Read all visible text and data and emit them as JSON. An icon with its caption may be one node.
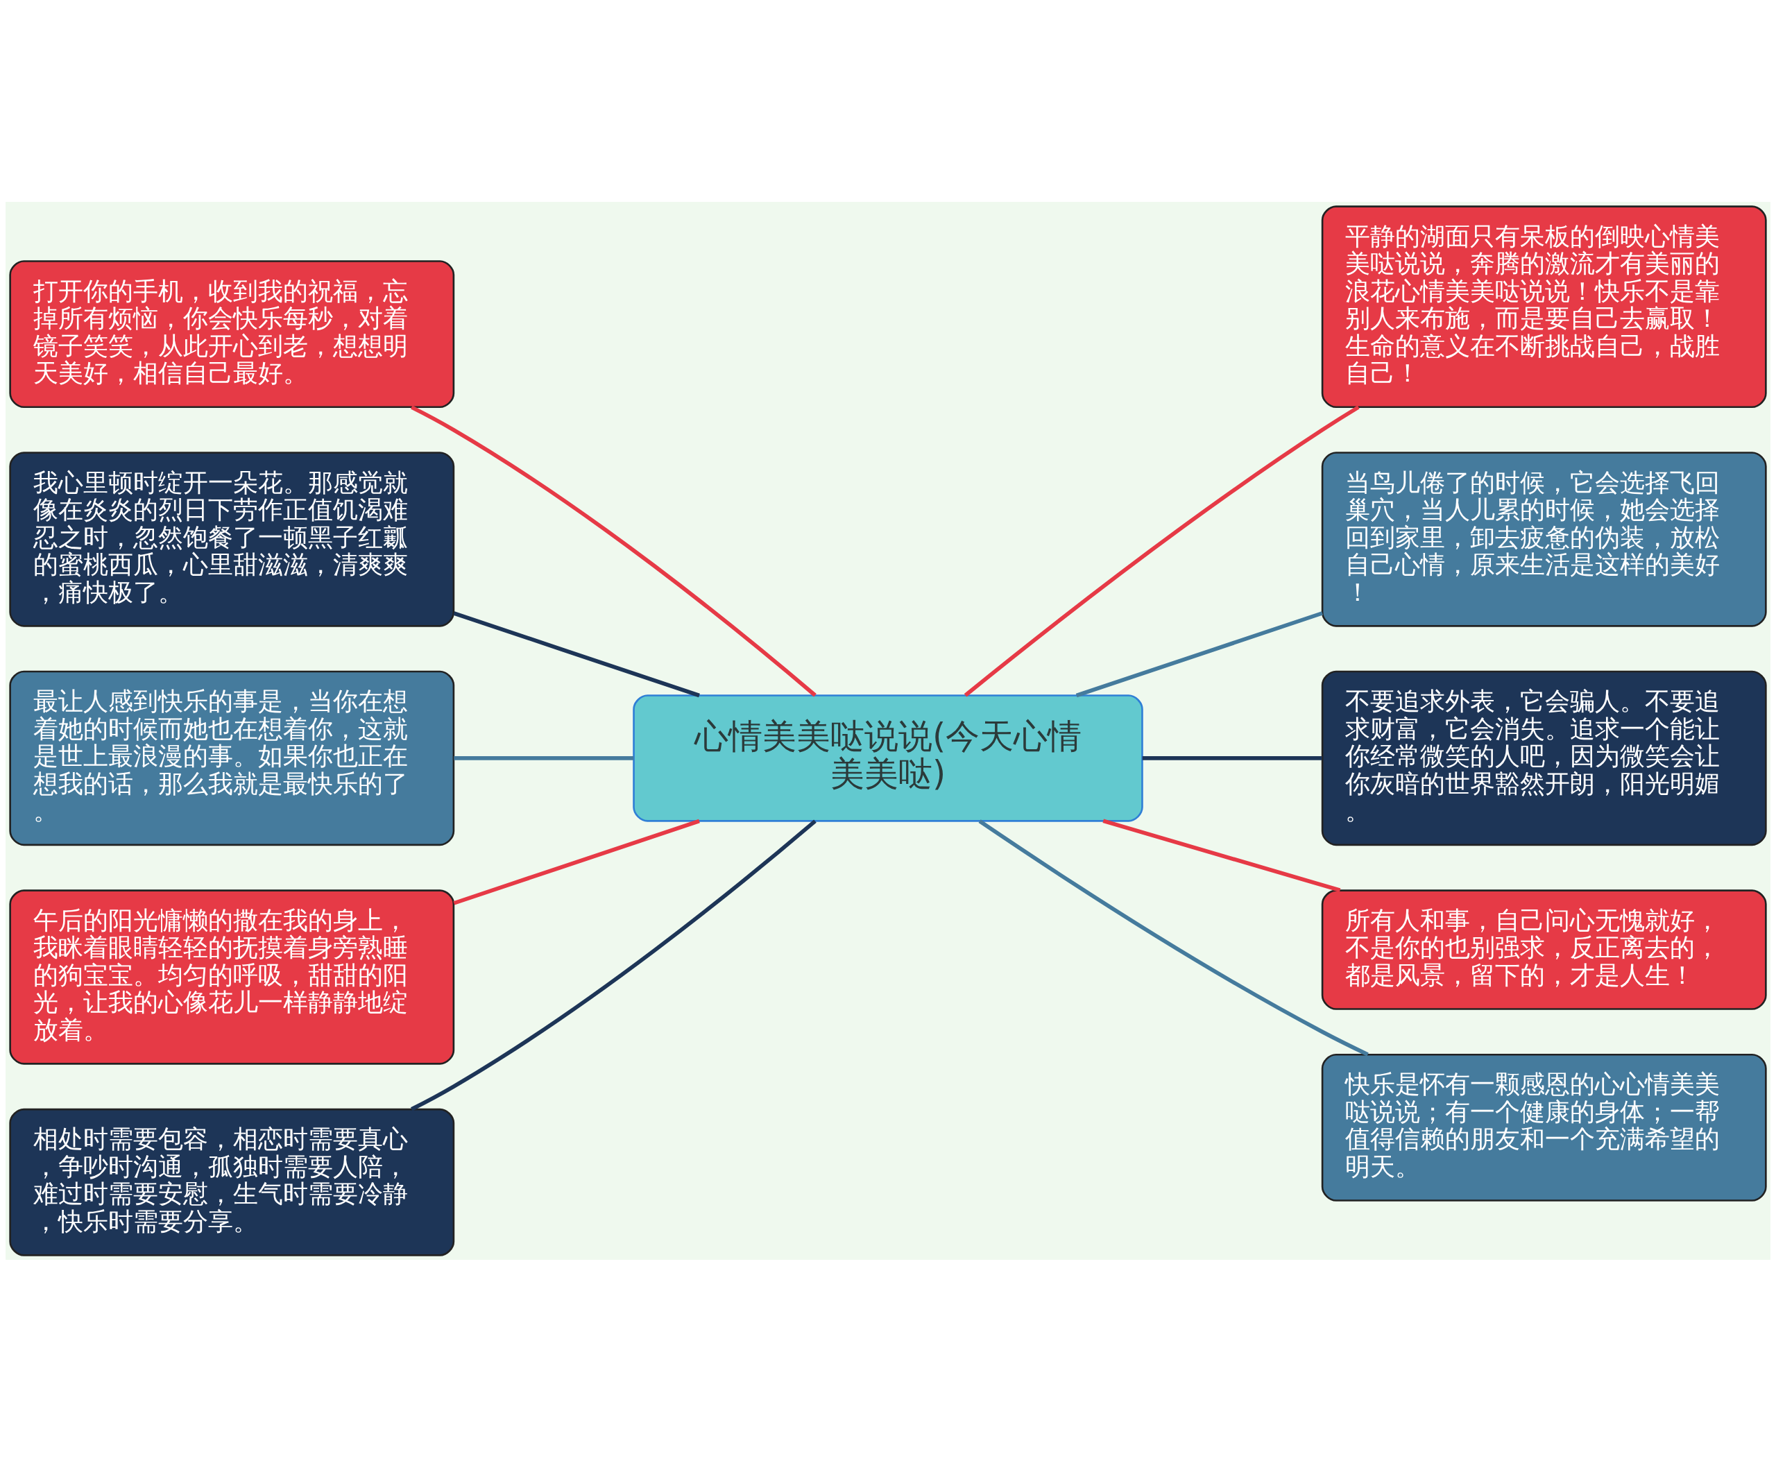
{
  "diagram": {
    "nodes": [
      {
        "text": [
          "心情美美哒说说(今天心情美美哒)"
        ]
      },
      {
        "text": [
          "打开你的手机，收到我的祝福，忘掉所有烦恼，你会快乐每秒，对着镜子笑笑，从此开心到老，想想明天美好，相信自己最好。"
        ]
      },
      {
        "text": [
          "我心里顿时绽开一朵花。那感觉就像在炎炎的烈日下劳作正值饥渴难忍之时，忽然饱餐了一顿黑子红瓤的蜜桃西瓜，心里甜滋滋，清爽爽，痛快极了。"
        ]
      },
      {
        "text": [
          "最让人感到快乐的事是，当你在想着她的时候而她也在想着你，这就是世上最浪漫的事。如果你也正在想我的话，那么我就是最快乐的了。"
        ]
      },
      {
        "text": [
          "午后的阳光慵懒的撒在我的身上，我眯着眼睛轻轻的抚摸着身旁熟睡的狗宝宝。均匀的呼吸，甜甜的阳光，让我的心像花儿一样静静地绽放着。"
        ]
      },
      {
        "text": [
          "相处时需要包容，相恋时需要真心，争吵时沟通，孤独时需要人陪，难过时需要安慰，生气时需要冷静，快乐时需要分享。"
        ]
      },
      {
        "text": [
          "平静的湖面只有呆板的倒映心情美美哒说说，奔腾的激流才有美丽的浪花心情美美哒说说！快乐不是靠别人来布施，而是要自己去赢取！生命的意义在不断挑战自己，战胜自己！"
        ]
      },
      {
        "text": [
          "当鸟儿倦了的时候，它会选择飞回巢穴，当人儿累的时候，她会选择回到家里，卸去疲惫的伪装，放松自己心情，原来生活是这样的美好！"
        ]
      },
      {
        "text": [
          "不要追求外表，它会骗人。不要追求财富，它会消失。追求一个能让你经常微笑的人吧，因为微笑会让你灰暗的世界豁然开朗，阳光明媚。"
        ]
      },
      {
        "text": [
          "所有人和事，自己问心无愧就好，不是你的也别强求，反正离去的，都是风景，留下的，才是人生！"
        ]
      },
      {
        "text": [
          "快乐是怀有一颗感恩的心心情美美哒说说；有一个健康的身体；一帮值得信赖的朋友和一个充满希望的明天。"
        ]
      }
    ],
    "edges": [
      {
        "from": 1,
        "to": 0,
        "arrow": "none"
      },
      {
        "from": 2,
        "to": 0,
        "arrow": "none",
        "color": "#1d3557"
      },
      {
        "from": 3,
        "to": 0,
        "arrow": "none",
        "color": "#457b9d"
      },
      {
        "from": 4,
        "to": 0,
        "arrow": "none"
      },
      {
        "from": 5,
        "to": 0,
        "arrow": "none",
        "color": "#1d3557"
      },
      {
        "from": 0,
        "to": 6,
        "arrow": "none"
      },
      {
        "from": 0,
        "to": 7,
        "arrow": "none",
        "color": "#457b9d"
      },
      {
        "from": 0,
        "to": 8,
        "arrow": "none",
        "color": "#1d3557"
      },
      {
        "from": 0,
        "to": 9,
        "arrow": "none"
      },
      {
        "from": 0,
        "to": 10,
        "arrow": "none",
        "color": "#457b9d"
      }
    ]
  }
}
